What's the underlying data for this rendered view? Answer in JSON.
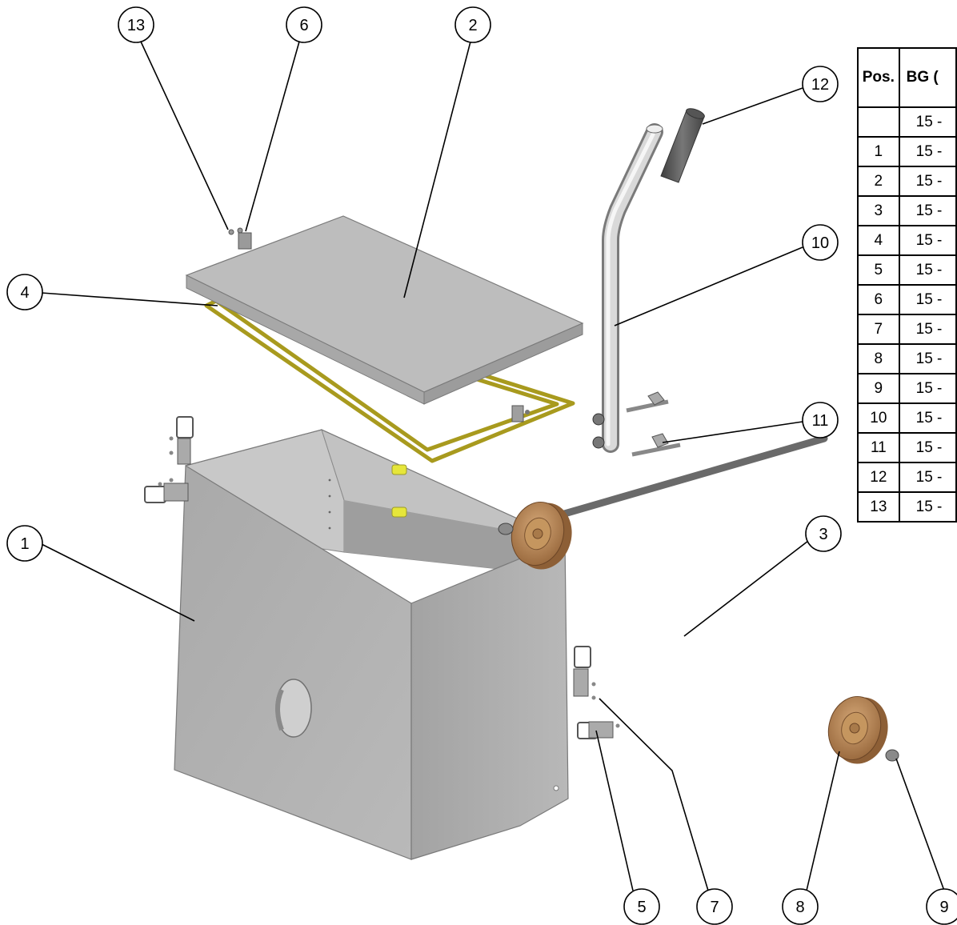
{
  "table": {
    "headers": [
      "Pos.",
      "BG ("
    ],
    "rows": [
      {
        "pos": "",
        "bg": "15 -"
      },
      {
        "pos": "1",
        "bg": "15 -"
      },
      {
        "pos": "2",
        "bg": "15 -"
      },
      {
        "pos": "3",
        "bg": "15 -"
      },
      {
        "pos": "4",
        "bg": "15 -"
      },
      {
        "pos": "5",
        "bg": "15 -"
      },
      {
        "pos": "6",
        "bg": "15 -"
      },
      {
        "pos": "7",
        "bg": "15 -"
      },
      {
        "pos": "8",
        "bg": "15 -"
      },
      {
        "pos": "9",
        "bg": "15 -"
      },
      {
        "pos": "10",
        "bg": "15 -"
      },
      {
        "pos": "11",
        "bg": "15 -"
      },
      {
        "pos": "12",
        "bg": "15 -"
      },
      {
        "pos": "13",
        "bg": "15 -"
      }
    ]
  },
  "callouts": [
    "13",
    "6",
    "2",
    "12",
    "10",
    "4",
    "11",
    "1",
    "3",
    "5",
    "7",
    "8",
    "9"
  ],
  "colors": {
    "sheet_metal": "#b4b4b4",
    "gasket": "#a89a1e",
    "wheel": "#b8875a",
    "grip": "#5a5a5a",
    "fitting": "#e0e040"
  }
}
